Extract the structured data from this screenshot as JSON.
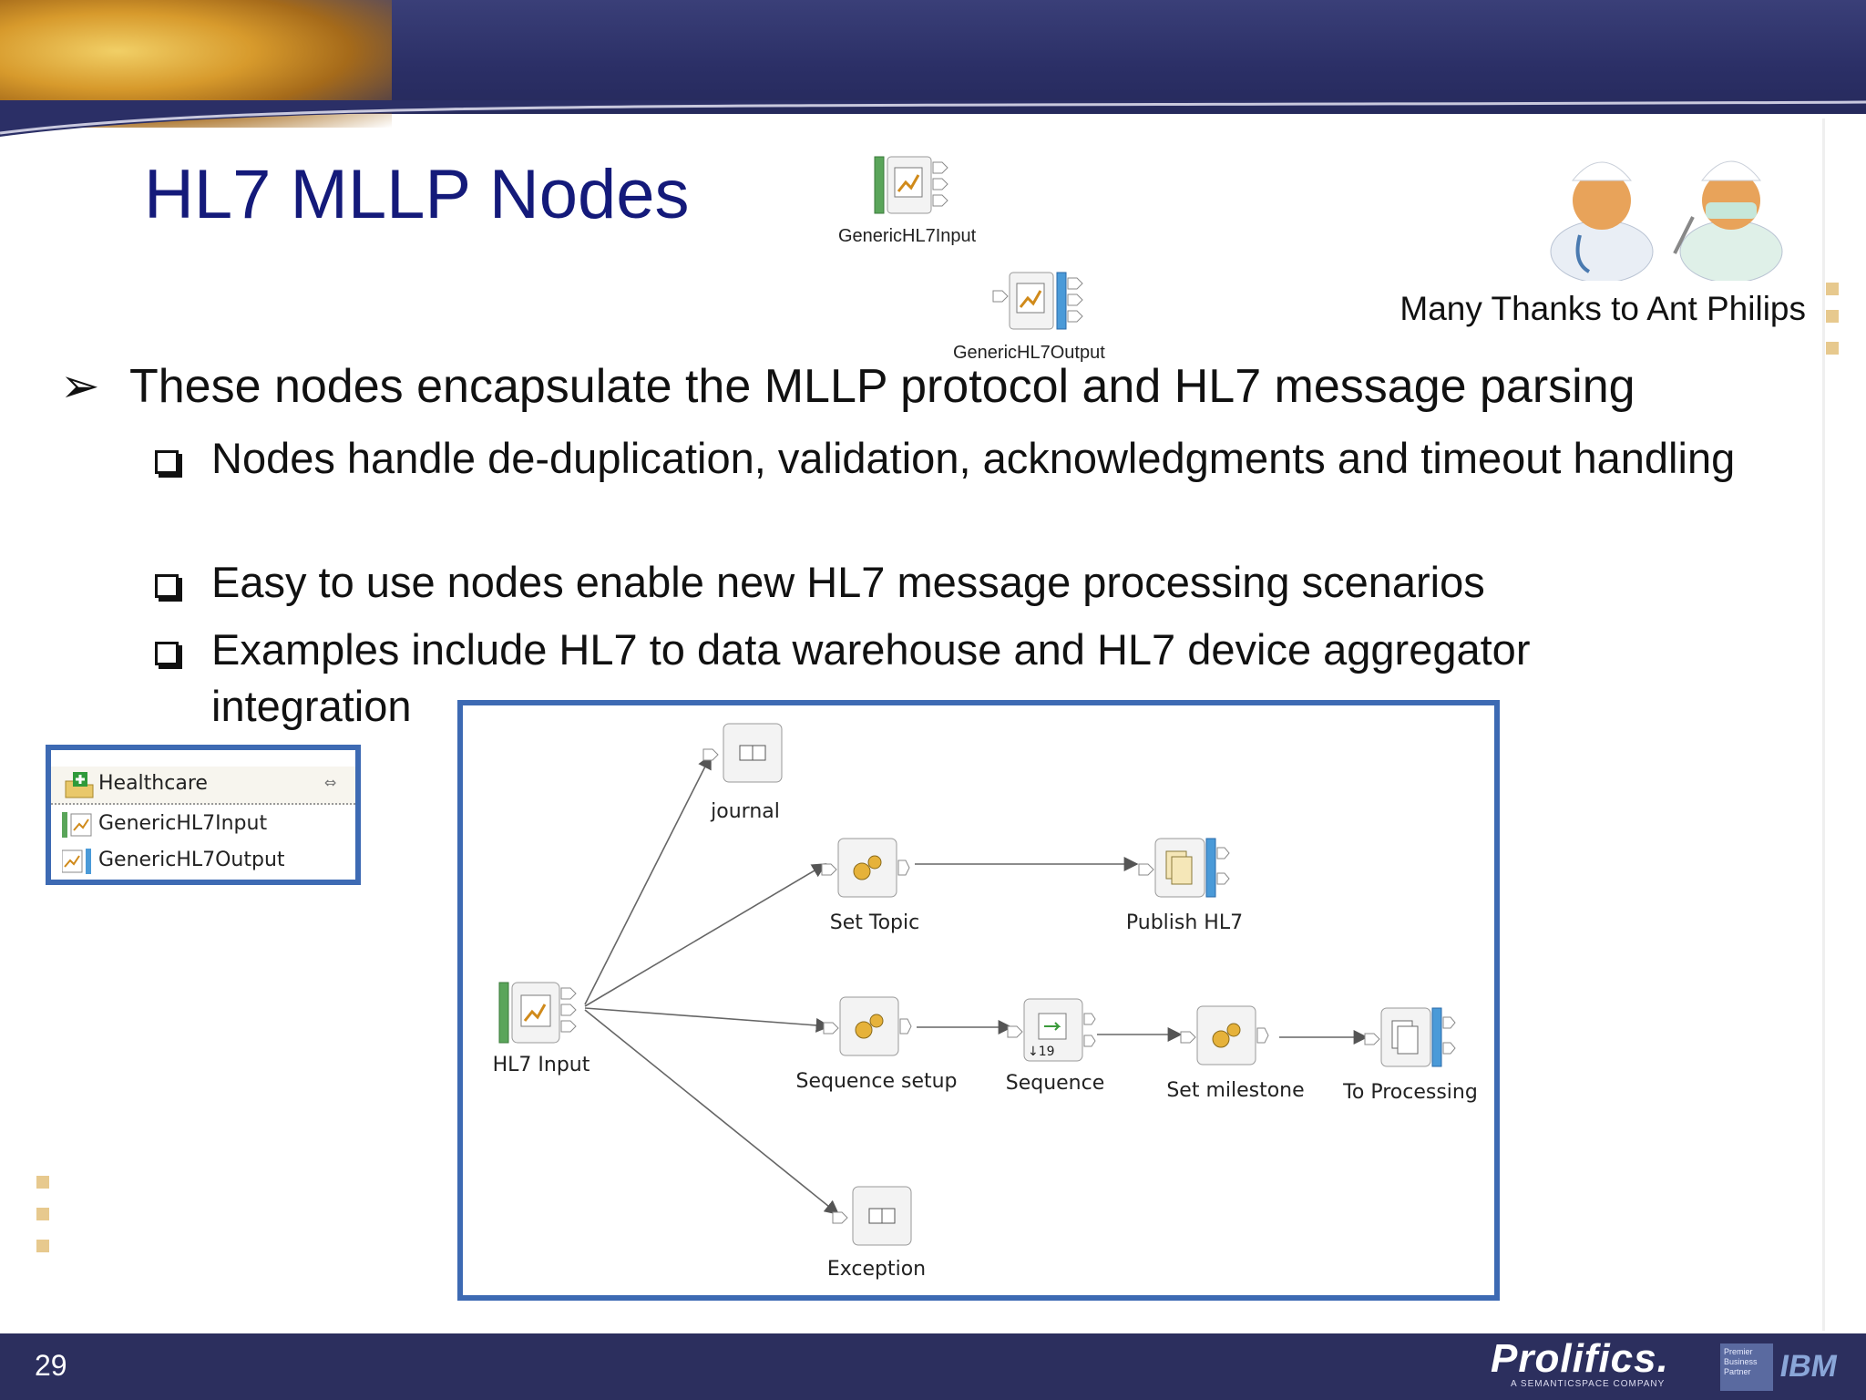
{
  "slide": {
    "title": "HL7 MLLP Nodes",
    "page_number": "29",
    "thanks": "Many Thanks to Ant Philips",
    "node_captions": {
      "input": "GenericHL7Input",
      "output": "GenericHL7Output"
    },
    "bullets": {
      "main": "These nodes encapsulate the MLLP protocol and HL7 message parsing",
      "subs": [
        "Nodes handle de-duplication, validation, acknowledgments and timeout handling",
        "Easy to use nodes enable new HL7 message processing scenarios",
        "Examples include HL7 to data warehouse and HL7 device aggregator integration"
      ]
    }
  },
  "palette": {
    "header": "Healthcare",
    "items": [
      "GenericHL7Input",
      "GenericHL7Output"
    ]
  },
  "flow": {
    "nodes": {
      "journal": "journal",
      "set_topic": "Set Topic",
      "publish": "Publish HL7",
      "input": "HL7 Input",
      "sequence_setup": "Sequence setup",
      "sequence": "Sequence",
      "set_milestone": "Set milestone",
      "to_processing": "To Processing",
      "exception": "Exception"
    }
  },
  "footer": {
    "brand": "Prolifics.",
    "brand_sub": "A SEMANTICSPACE COMPANY",
    "partner_text": "Premier Business Partner",
    "partner_logo": "IBM"
  },
  "colors": {
    "title": "#141a7a",
    "bar": "#2c2f5e",
    "frame": "#3d6ab3"
  }
}
